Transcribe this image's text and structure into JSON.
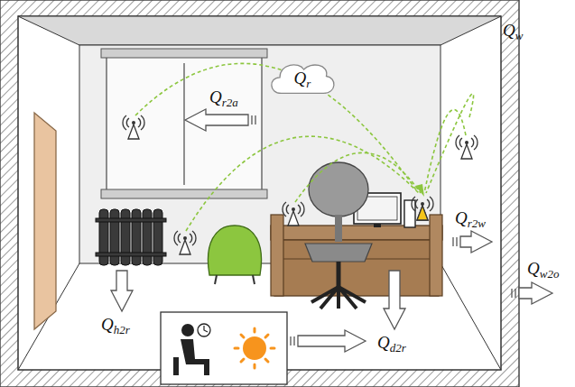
{
  "diagram": {
    "nodes": [
      {
        "text": [
          "Qr"
        ]
      }
    ],
    "labels": [
      "Qw",
      "Qr2a",
      "Qr2w",
      "Qw2o",
      "Qh2r",
      "Qd2r"
    ]
  }
}
